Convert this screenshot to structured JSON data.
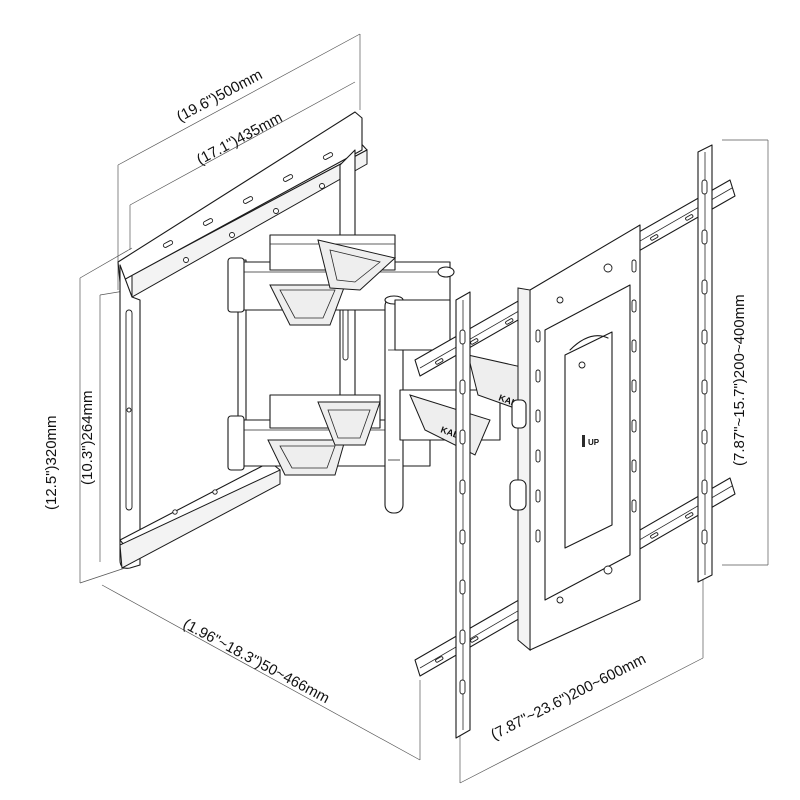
{
  "dimensions": {
    "wall_plate_outer_width": "(19.6\")500mm",
    "wall_plate_inner_width": "(17.1\")435mm",
    "wall_plate_outer_height": "(12.5\")320mm",
    "wall_plate_inner_height": "(10.3\")264mm",
    "extension_range": "(1.96\"~18.3\")50~466mm",
    "vesa_horizontal": "(7.87\"~23.6\")200~600mm",
    "vesa_vertical": "(7.87\"~15.7\")200~400mm"
  },
  "labels": {
    "brand_arm_upper": "KALO",
    "brand_arm_lower": "KALO",
    "up_marker": "UP"
  },
  "colors": {
    "line": "#1a1a1a",
    "background": "#ffffff"
  }
}
